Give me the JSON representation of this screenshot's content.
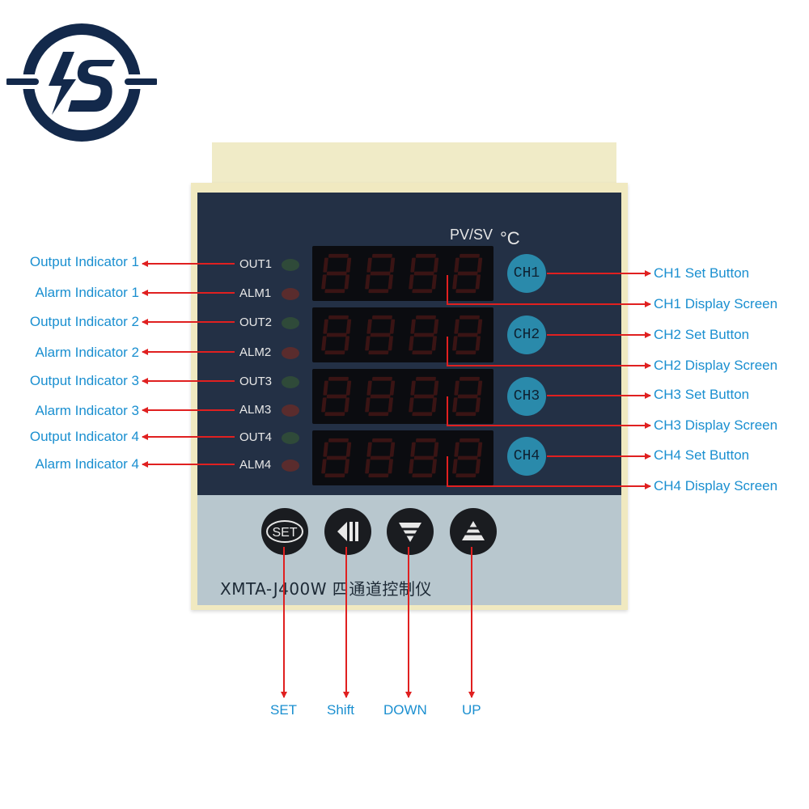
{
  "logo": {
    "name": "lightning-s-logo",
    "color": "#13294b"
  },
  "device": {
    "model": "XMTA-J400W  四通道控制仪",
    "pv_sv_label": "PV/SV",
    "unit": "°C",
    "channel_buttons": [
      "CH1",
      "CH2",
      "CH3",
      "CH4"
    ],
    "indicator_labels": [
      "OUT1",
      "ALM1",
      "OUT2",
      "ALM2",
      "OUT3",
      "ALM3",
      "OUT4",
      "ALM4"
    ],
    "key_icons": [
      "set-icon",
      "shift-icon",
      "down-icon",
      "up-icon"
    ],
    "key_set_text": "SET"
  },
  "annotations": {
    "left": [
      "Output Indicator 1",
      "Alarm Indicator 1",
      "Output Indicator 2",
      "Alarm Indicator 2",
      "Output Indicator 3",
      "Alarm Indicator 3",
      "Output Indicator 4",
      "Alarm Indicator 4"
    ],
    "right": [
      "CH1 Set Button",
      "CH1 Display Screen",
      "CH2 Set Button",
      "CH2 Display Screen",
      "CH3 Set Button",
      "CH3 Display Screen",
      "CH4 Set Button",
      "CH4 Display Screen"
    ],
    "bottom": [
      "SET",
      "Shift",
      "DOWN",
      "UP"
    ]
  },
  "colors": {
    "annotation_text": "#1a8fd0",
    "arrow": "#e02020",
    "panel": "#233045",
    "keypad": "#b8c7ce"
  }
}
